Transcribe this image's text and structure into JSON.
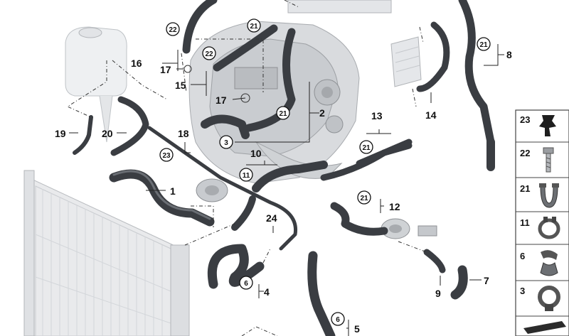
{
  "callouts": {
    "n1": "1",
    "n2": "2",
    "n3": "3",
    "n4": "4",
    "n5": "5",
    "n6a": "6",
    "n6b": "6",
    "n7": "7",
    "n8": "8",
    "n9": "9",
    "n10": "10",
    "n11": "11",
    "n12": "12",
    "n13": "13",
    "n14": "14",
    "n15": "15",
    "n16": "16",
    "n17a": "17",
    "n17b": "17",
    "n18": "18",
    "n19": "19",
    "n20": "20",
    "n21a": "21",
    "n21b": "21",
    "n21c": "21",
    "n21d": "21",
    "n21e": "21",
    "n22a": "22",
    "n22b": "22",
    "n23": "23",
    "n24": "24"
  },
  "legend": {
    "items": [
      {
        "label": "23",
        "icon": "plug-rivet-icon"
      },
      {
        "label": "22",
        "icon": "screw-icon"
      },
      {
        "label": "21",
        "icon": "hose-clamp-icon"
      },
      {
        "label": "11",
        "icon": "spring-clamp-icon"
      },
      {
        "label": "6",
        "icon": "clip-icon"
      },
      {
        "label": "3",
        "icon": "band-clamp-icon"
      },
      {
        "label": "",
        "icon": "gasket-strip-icon"
      }
    ]
  }
}
